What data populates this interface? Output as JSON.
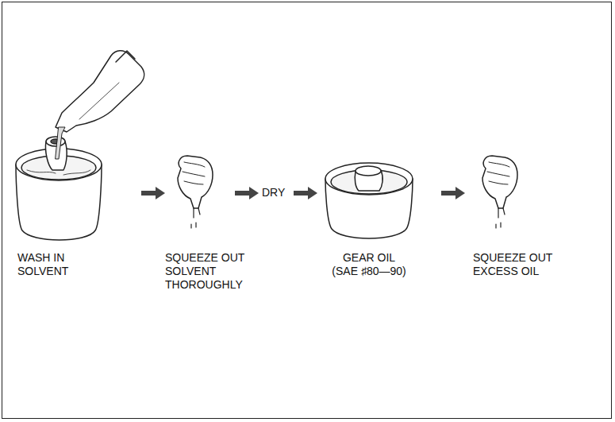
{
  "diagram": {
    "labels": [
      "WASH IN SOLVENT",
      "SQUEEZE OUT SOLVENT THOROUGHLY",
      "DRY",
      "GEAR OIL",
      "(SAE ♯80—90)",
      "SQUEEZE OUT EXCESS OIL"
    ]
  }
}
